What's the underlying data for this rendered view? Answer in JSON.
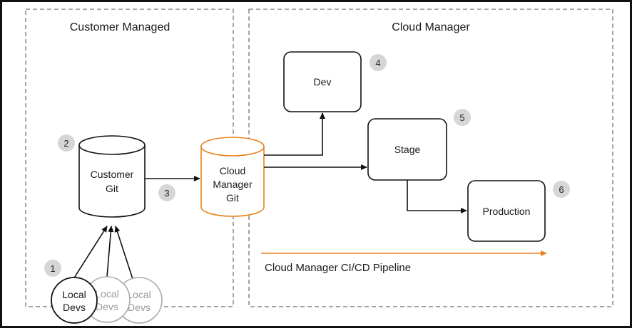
{
  "zones": {
    "customer": {
      "title": "Customer Managed"
    },
    "cloud": {
      "title": "Cloud Manager"
    }
  },
  "nodes": {
    "customer_git": {
      "line1": "Customer",
      "line2": "Git"
    },
    "cloud_git": {
      "line1": "Cloud",
      "line2": "Manager",
      "line3": "Git"
    },
    "dev": {
      "label": "Dev"
    },
    "stage": {
      "label": "Stage"
    },
    "production": {
      "label": "Production"
    },
    "local_devs": [
      {
        "line1": "Local",
        "line2": "Devs"
      },
      {
        "line1": "Local",
        "line2": "Devs"
      },
      {
        "line1": "Local",
        "line2": "Devs"
      }
    ]
  },
  "steps": [
    "1",
    "2",
    "3",
    "4",
    "5",
    "6"
  ],
  "pipeline": {
    "label": "Cloud Manager CI/CD Pipeline"
  },
  "colors": {
    "accent_orange": "#e8821f",
    "badge_fill": "#d6d6d6",
    "border": "#111111",
    "dashed": "#888888"
  }
}
